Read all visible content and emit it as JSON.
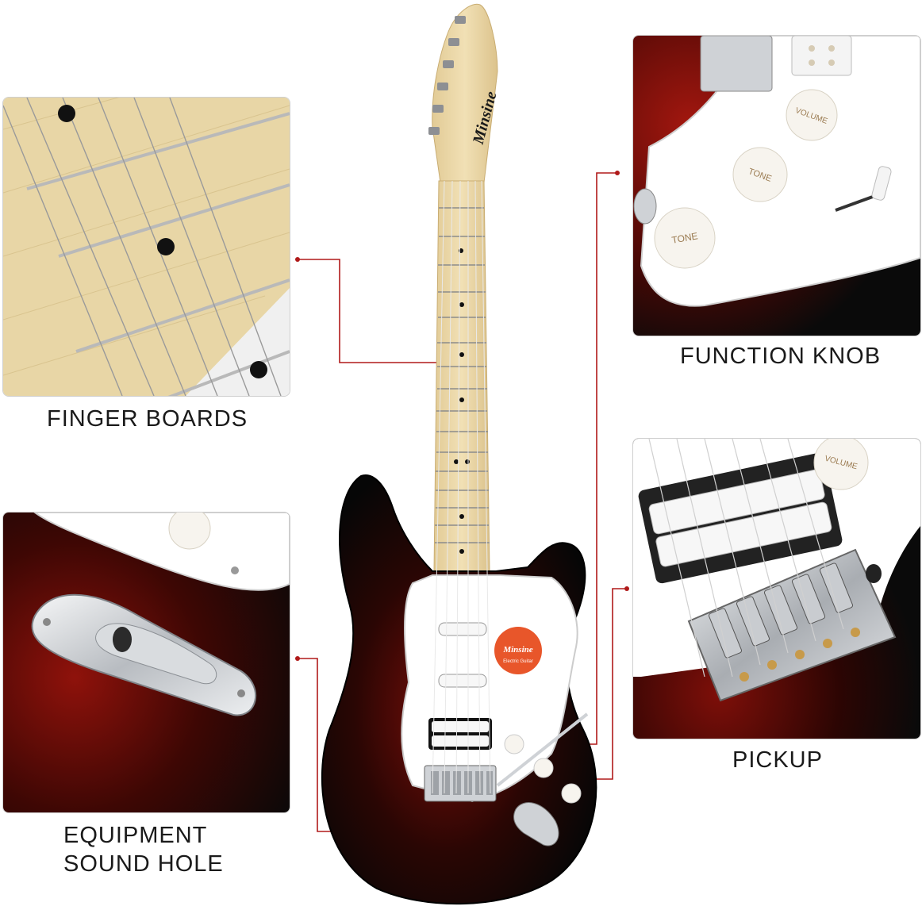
{
  "brand": {
    "headstock_logo": "Minsine",
    "sticker_logo": "Minsine",
    "sticker_subtitle": "Electric Guitar"
  },
  "captions": {
    "finger_boards": "FINGER BOARDS",
    "function_knob": "FUNCTION KNOB",
    "equipment_line1": "EQUIPMENT",
    "equipment_line2": "SOUND HOLE",
    "pickup": "PICKUP"
  },
  "knob_labels": {
    "volume": "VOLUME",
    "tone": "TONE"
  },
  "colors": {
    "callout_line": "#b01a1a",
    "body_black": "#0d0d0d",
    "body_red": "#8a0f0a",
    "maple": "#ead7a8",
    "pickguard": "#ffffff",
    "chrome": "#cfd2d6"
  }
}
